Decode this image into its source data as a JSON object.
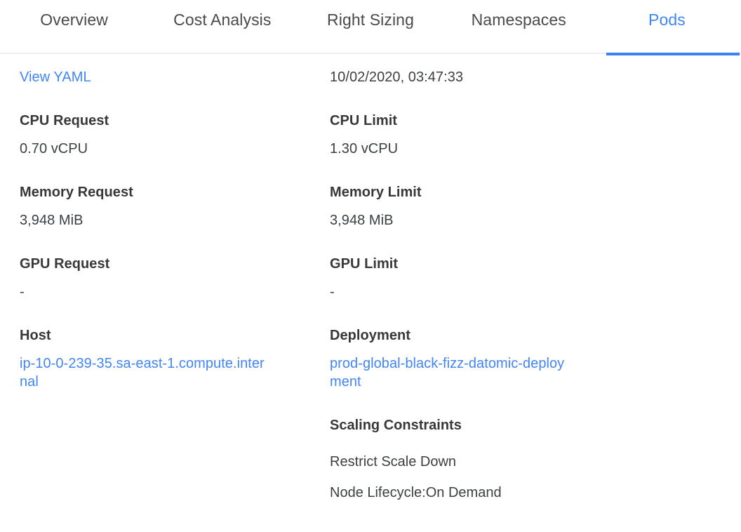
{
  "tabs": [
    {
      "label": "Overview",
      "active": false
    },
    {
      "label": "Cost Analysis",
      "active": false
    },
    {
      "label": "Right Sizing",
      "active": false
    },
    {
      "label": "Namespaces",
      "active": false
    },
    {
      "label": "Pods",
      "active": true
    }
  ],
  "colors": {
    "accent": "#4285f4",
    "underline": "#3b82f6",
    "text": "#3c4043",
    "label": "#37383a",
    "border": "#eeeeee"
  },
  "left_column": {
    "view_yaml_label": "View YAML",
    "cpu_request_label": "CPU Request",
    "cpu_request_value": "0.70 vCPU",
    "memory_request_label": "Memory Request",
    "memory_request_value": "3,948 MiB",
    "gpu_request_label": "GPU Request",
    "gpu_request_value": "-",
    "host_label": "Host",
    "host_value": "ip-10-0-239-35.sa-east-1.compute.internal"
  },
  "right_column": {
    "timestamp": "10/02/2020, 03:47:33",
    "cpu_limit_label": "CPU Limit",
    "cpu_limit_value": "1.30 vCPU",
    "memory_limit_label": "Memory Limit",
    "memory_limit_value": "3,948 MiB",
    "gpu_limit_label": "GPU Limit",
    "gpu_limit_value": "-",
    "deployment_label": "Deployment",
    "deployment_value": "prod-global-black-fizz-datomic-deployment",
    "scaling_constraints_label": "Scaling Constraints",
    "scaling_constraints": [
      "Restrict Scale Down",
      "Node Lifecycle:On Demand"
    ]
  }
}
